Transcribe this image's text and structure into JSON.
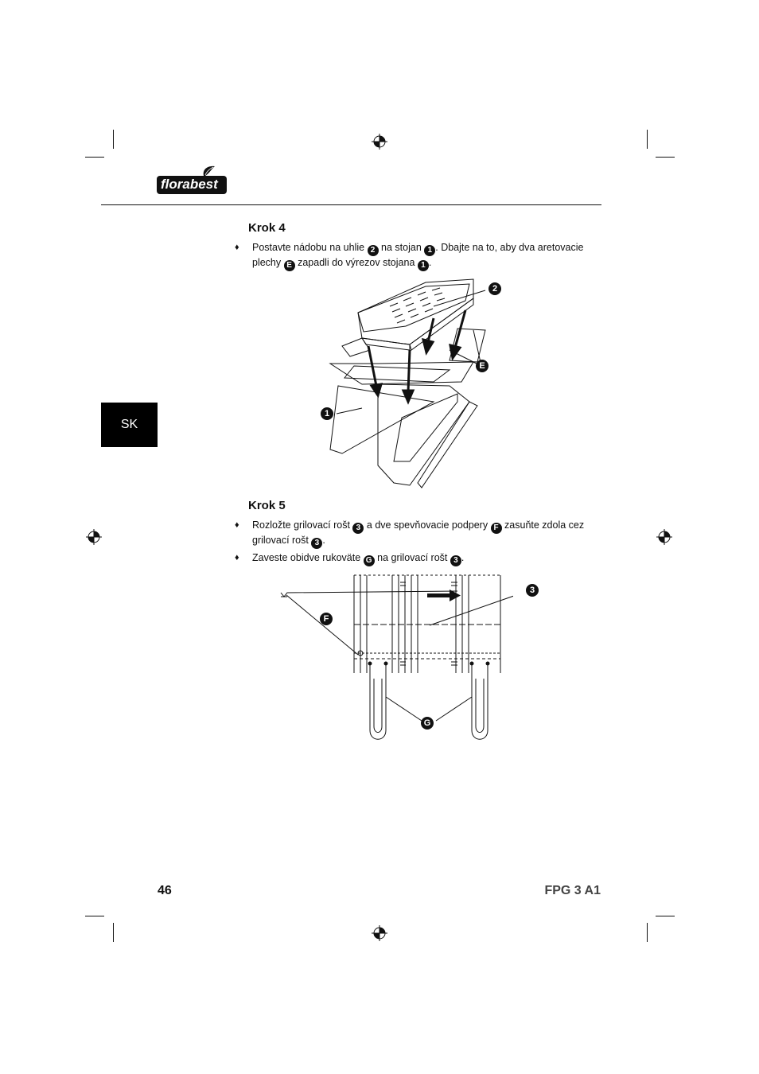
{
  "brand": {
    "name": "florabest"
  },
  "side_tab": {
    "label": "SK"
  },
  "step4": {
    "title": "Krok 4",
    "bullet1": {
      "t1": "Postavte nádobu na uhlie ",
      "b1": "2",
      "t2": " na stojan ",
      "b2": "1",
      "t3": ". Dbajte na to, aby dva aretovacie plechy ",
      "b3": "E",
      "t4": " zapadli do výrezov stojana ",
      "b4": "1",
      "t5": "."
    },
    "figure_labels": [
      "2",
      "E",
      "1"
    ]
  },
  "step5": {
    "title": "Krok 5",
    "bullet1": {
      "t1": "Rozložte grilovací rošt ",
      "b1": "3",
      "t2": " a dve spevňovacie podpery ",
      "b2": "F",
      "t3": " zasuňte zdola cez grilovací rošt ",
      "b3": "3",
      "t4": "."
    },
    "bullet2": {
      "t1": "Zaveste obidve rukoväte ",
      "b1": "G",
      "t2": " na grilovací rošt ",
      "b2": "3",
      "t3": "."
    },
    "figure_labels": [
      "3",
      "F",
      "G"
    ]
  },
  "footer": {
    "page_number": "46",
    "model": "FPG 3 A1"
  }
}
